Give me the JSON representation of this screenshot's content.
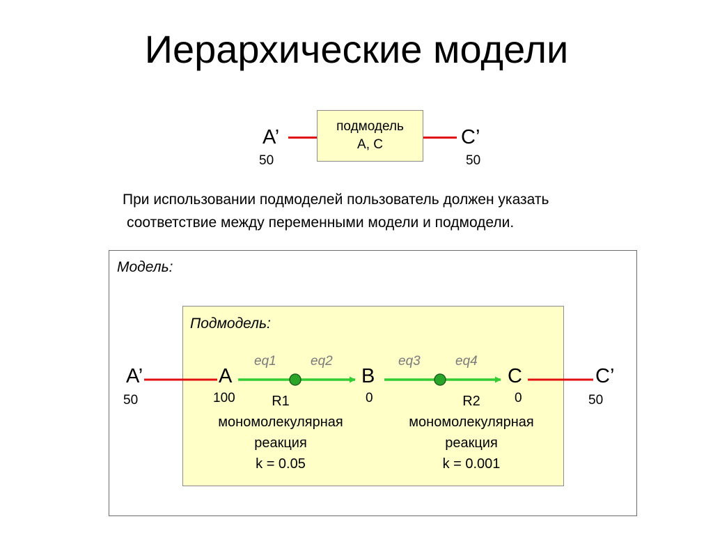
{
  "title": "Иерархические модели",
  "top": {
    "left_var": "А’",
    "left_value": "50",
    "box_line1": "подмодель",
    "box_line2": "А, С",
    "right_var": "С’",
    "right_value": "50"
  },
  "note": {
    "line1": "При использовании подмоделей пользователь должен указать",
    "line2": "соответствие между переменными модели и подмодели."
  },
  "model": {
    "label": "Модель:",
    "submodel_label": "Подмодель:",
    "outer_left_var": "А’",
    "outer_left_value": "50",
    "outer_right_var": "С’",
    "outer_right_value": "50",
    "species": [
      {
        "name": "А",
        "value": "100"
      },
      {
        "name": "В",
        "value": "0"
      },
      {
        "name": "С",
        "value": "0"
      }
    ],
    "reactions": [
      {
        "eq_left": "eq1",
        "eq_right": "eq2",
        "name": "R1",
        "type_line1": "мономолекулярная",
        "type_line2": "реакция",
        "rate": "k = 0.05"
      },
      {
        "eq_left": "eq3",
        "eq_right": "eq4",
        "name": "R2",
        "type_line1": "мономолекулярная",
        "type_line2": "реакция",
        "rate": "k = 0.001"
      }
    ]
  },
  "colors": {
    "wire": "#e01010",
    "reaction_arrow": "#33cc33",
    "reaction_node": "#2aa52a",
    "box_fill": "#ffffc8"
  }
}
